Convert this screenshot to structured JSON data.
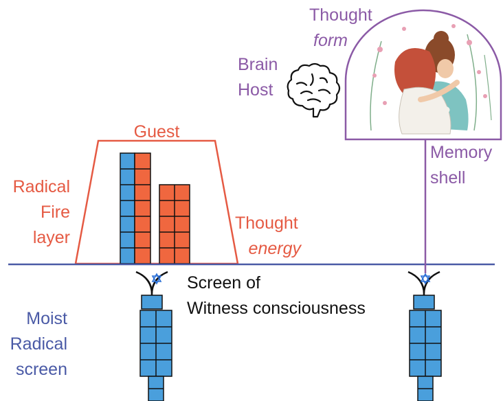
{
  "labels": {
    "guest": "Guest",
    "radical_fire_line1": "Radical",
    "radical_fire_line2": "Fire",
    "radical_fire_line3": "layer",
    "thought_energy_line1": "Thought",
    "thought_energy_line2": "energy",
    "thought_form_line1": "Thought",
    "thought_form_line2": "form",
    "brain_host_line1": "Brain",
    "brain_host_line2": "Host",
    "memory_shell_line1": "Memory",
    "memory_shell_line2": "shell",
    "screen_line1": "Screen of",
    "screen_line2": "Witness consciousness",
    "moist_line1": "Moist",
    "moist_line2": "Radical",
    "moist_line3": "screen"
  },
  "icons": {
    "brain": "brain-icon",
    "star": "star-of-david-icon",
    "illustration": "hugging-women-illustration"
  },
  "colors": {
    "fire": "#e55a43",
    "memory": "#8b5aa6",
    "screen_line": "#4a5aa6",
    "blue_block": "#4a9fdc",
    "orange_block": "#f0673f",
    "star": "#2a6fd6"
  }
}
